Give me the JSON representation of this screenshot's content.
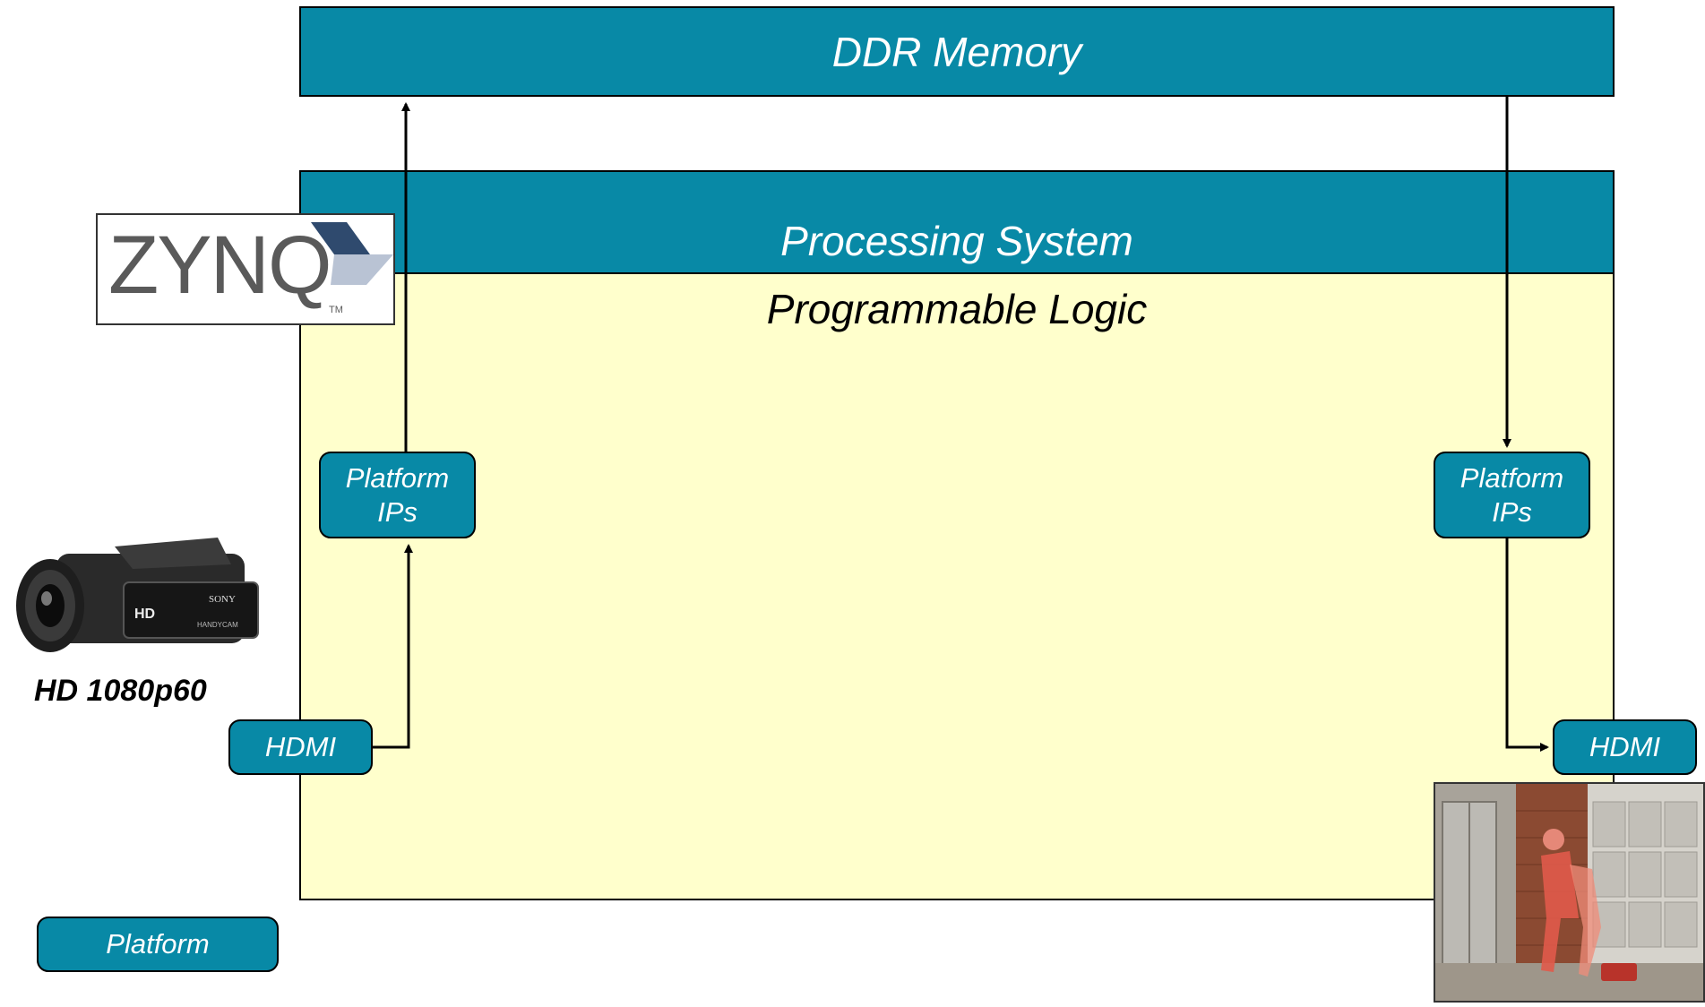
{
  "blocks": {
    "ddr_memory": "DDR Memory",
    "processing_system": "Processing System",
    "programmable_logic": "Programmable Logic"
  },
  "ips": {
    "left": [
      "Platform",
      "IPs"
    ],
    "right": [
      "Platform",
      "IPs"
    ]
  },
  "io": {
    "hdmi_in": "HDMI",
    "hdmi_out": "HDMI"
  },
  "legend": {
    "platform": "Platform"
  },
  "logo": {
    "text": "ZYNQ",
    "tm": "TM"
  },
  "camera": {
    "caption": "HD 1080p60",
    "brand": "SONY",
    "badge": "HD",
    "model": "HANDYCAM"
  },
  "colors": {
    "teal": "#0889a6",
    "programmable_logic_fill": "#ffffcc"
  },
  "icons": [
    "zynq-logo",
    "camcorder-image",
    "output-video-frame"
  ]
}
